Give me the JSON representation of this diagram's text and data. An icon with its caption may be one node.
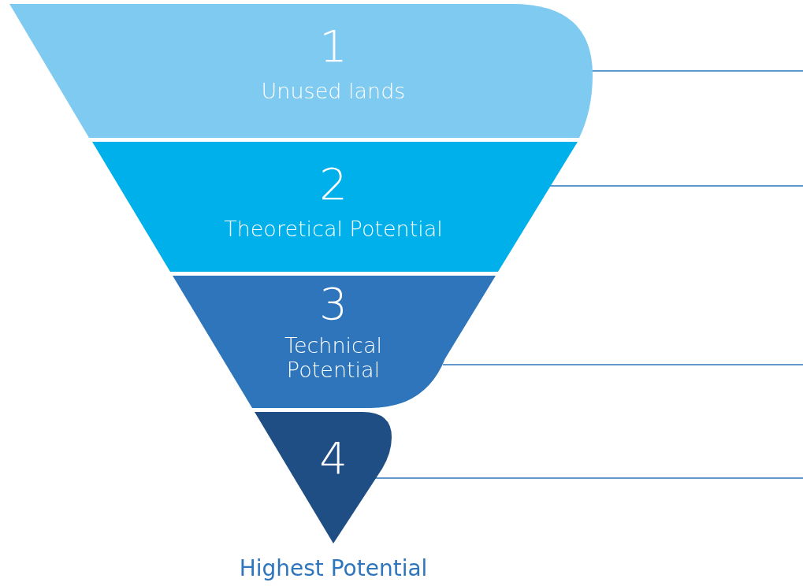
{
  "diagram": {
    "nodes": [
      {
        "text": [
          "1",
          "Unused lands"
        ]
      },
      {
        "text": [
          "2",
          "Theoretical Potential"
        ]
      },
      {
        "text": [
          "3",
          "Technical Potential"
        ]
      },
      {
        "text": [
          "4"
        ],
        "beside": [
          "Highest Potential"
        ]
      }
    ],
    "edges": [
      {
        "from": 0,
        "to": null,
        "arrow": "none"
      },
      {
        "from": 1,
        "to": null,
        "arrow": "none"
      },
      {
        "from": 2,
        "to": null,
        "arrow": "none"
      },
      {
        "from": 3,
        "to": null,
        "arrow": "none"
      }
    ]
  }
}
